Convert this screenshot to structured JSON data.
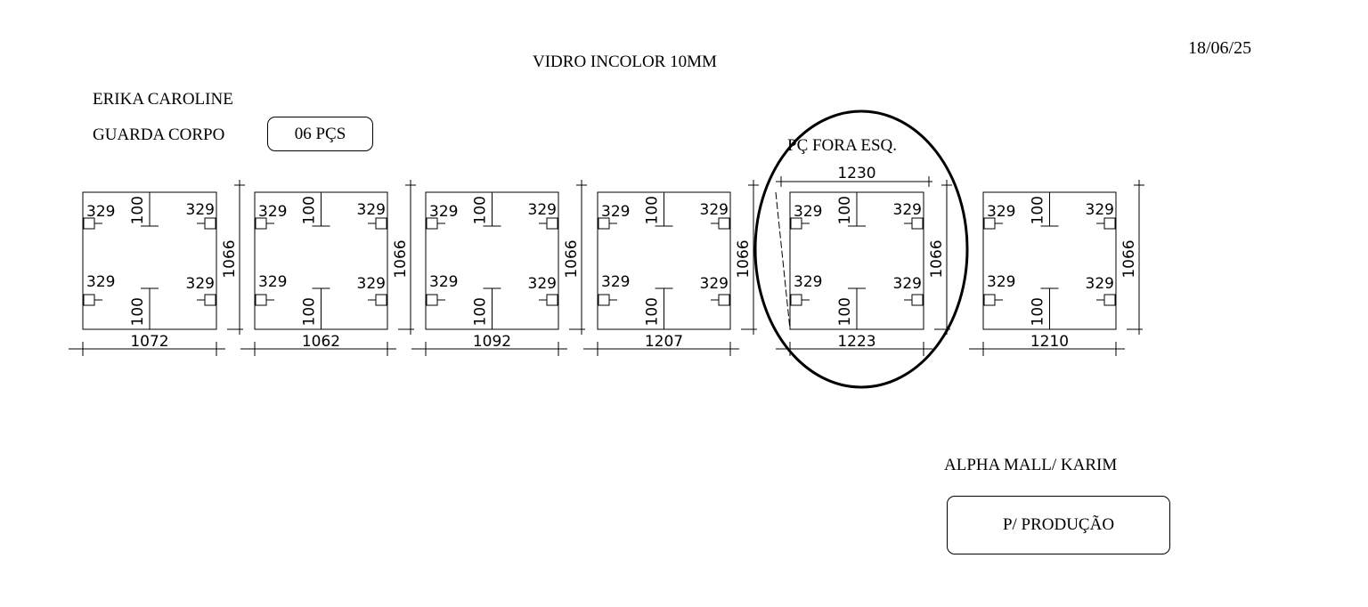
{
  "header": {
    "material": "VIDRO INCOLOR 10MM",
    "date": "18/06/25",
    "client": "ERIKA CAROLINE",
    "product": "GUARDA CORPO",
    "quantity": "06 PÇS"
  },
  "note": "PÇ FORA ESQ.",
  "footer": {
    "project": "ALPHA MALL/ KARIM",
    "status": "P/ PRODUÇÃO"
  },
  "panels": [
    {
      "id": "p1",
      "width": "1072",
      "height": "1066",
      "hole_offset": "329",
      "hole_edge": "100"
    },
    {
      "id": "p2",
      "width": "1062",
      "height": "1066",
      "hole_offset": "329",
      "hole_edge": "100"
    },
    {
      "id": "p3",
      "width": "1092",
      "height": "1066",
      "hole_offset": "329",
      "hole_edge": "100"
    },
    {
      "id": "p4",
      "width": "1207",
      "height": "1066",
      "hole_offset": "329",
      "hole_edge": "100"
    },
    {
      "id": "p5",
      "width": "1223",
      "top_width": "1230",
      "height": "1066",
      "hole_offset": "329",
      "hole_edge": "100",
      "out_of_square": true
    },
    {
      "id": "p6",
      "width": "1210",
      "height": "1066",
      "hole_offset": "329",
      "hole_edge": "100"
    }
  ]
}
